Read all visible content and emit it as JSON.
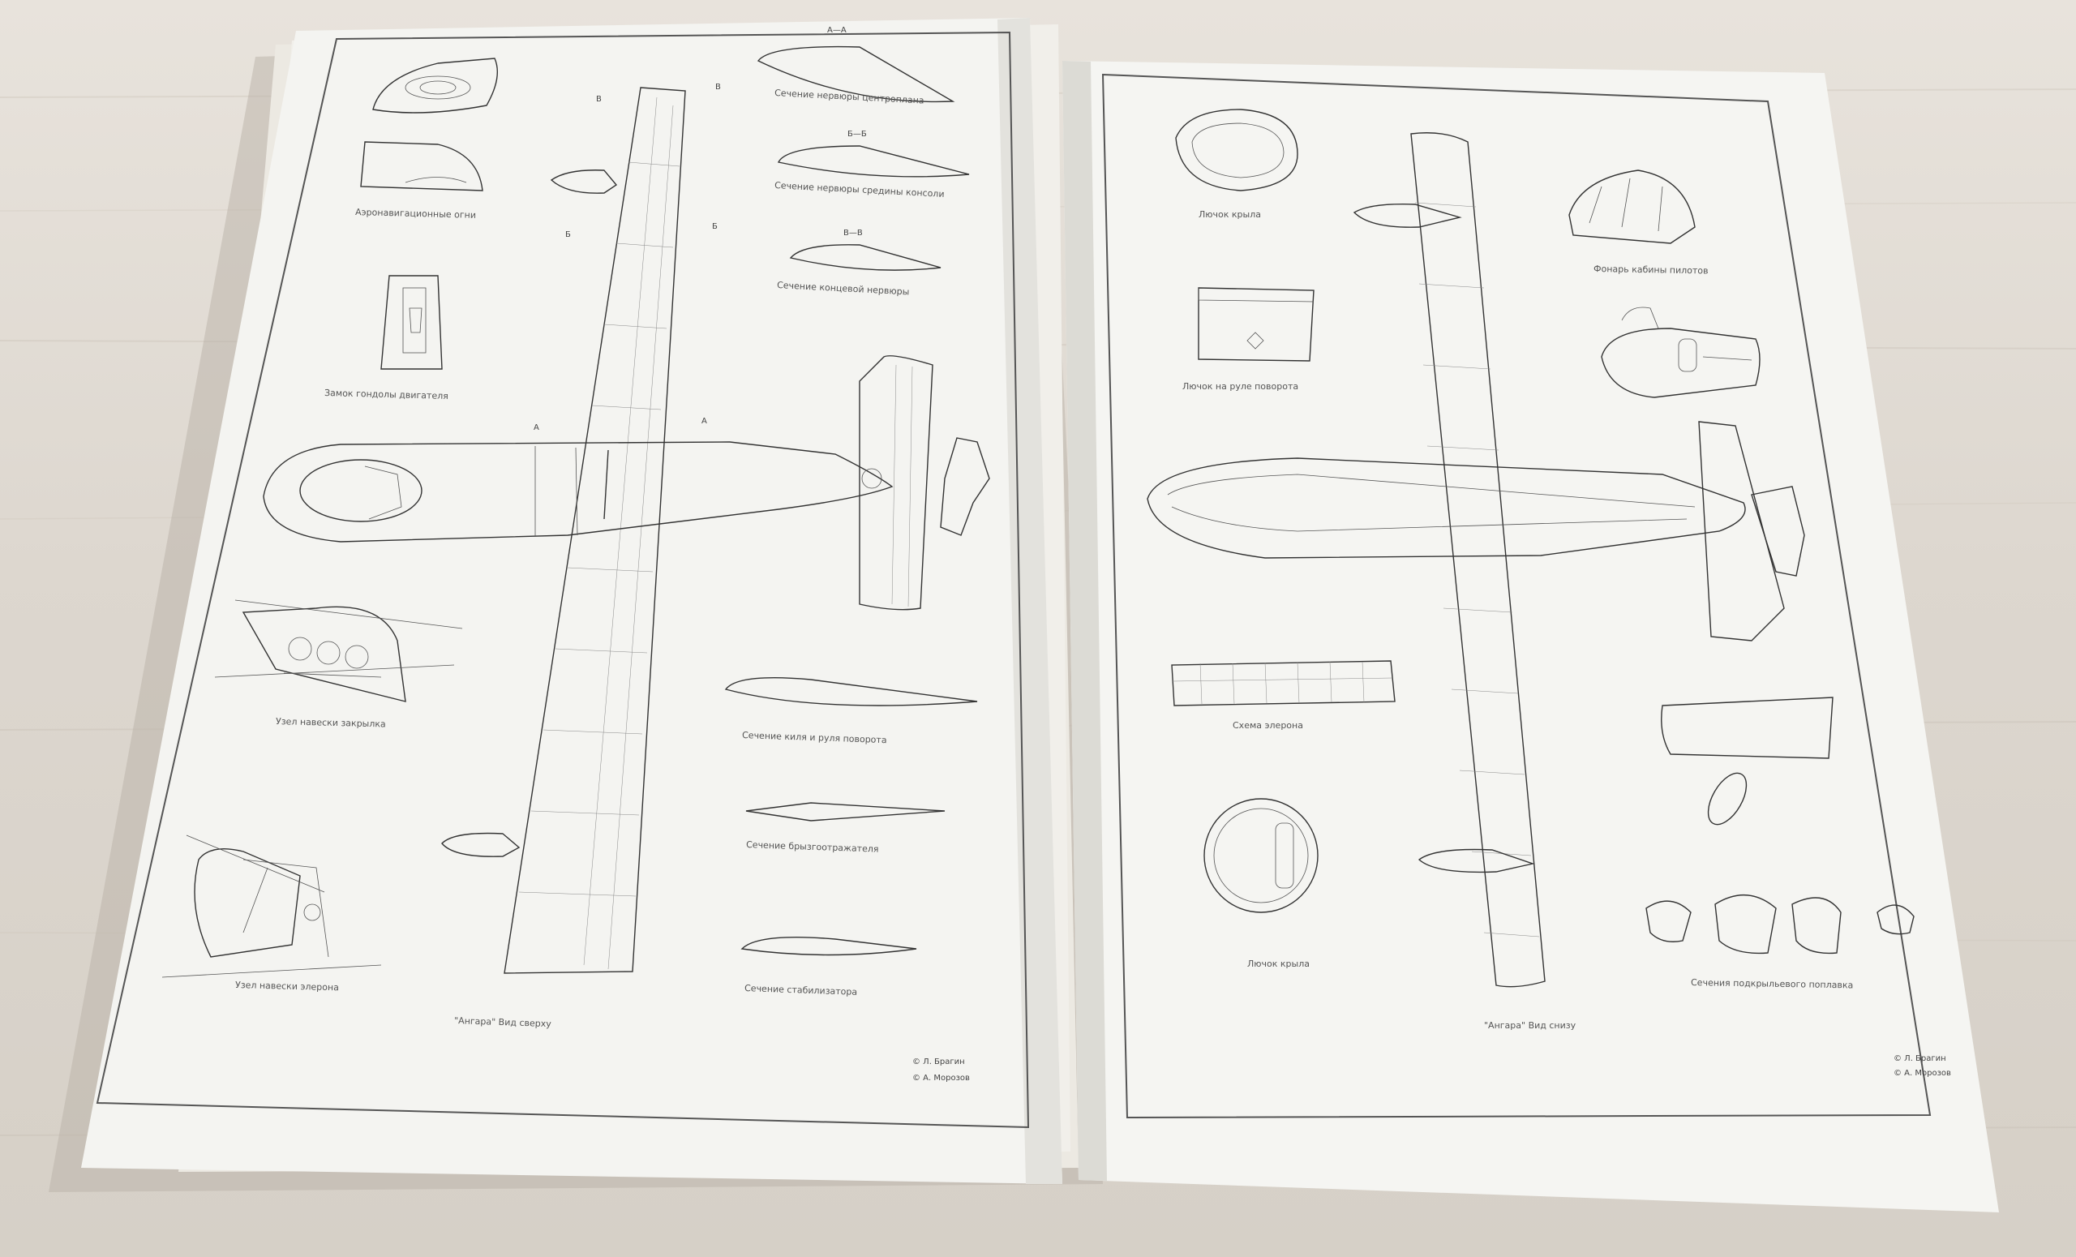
{
  "left_page": {
    "section_label_aa": "А—А",
    "section_label_bb": "Б—Б",
    "section_label_vv": "В—В",
    "mark_a": "А",
    "mark_b": "Б",
    "mark_v": "В",
    "labels": {
      "nav_lights": "Аэронавигационные огни",
      "nacelle_lock": "Замок гондолы двигателя",
      "flap_hinge": "Узел навески закрылка",
      "aileron_hinge": "Узел навески элерона",
      "center_rib": "Сечение нервюры центроплана",
      "mid_rib": "Сечение нервюры средины консоли",
      "tip_rib": "Сечение концевой нервюры",
      "fin_section": "Сечение киля и руля поворота",
      "spray_section": "Сечение брызгоотражателя",
      "stab_section": "Сечение стабилизатора",
      "view_title": "\"Ангара\" Вид сверху"
    },
    "credits": [
      "© Л. Брагин",
      "© А. Морозов"
    ]
  },
  "right_page": {
    "labels": {
      "wing_hatch_top": "Лючок крыла",
      "rudder_hatch": "Лючок на руле поворота",
      "aileron_scheme": "Схема элерона",
      "wing_hatch_bottom": "Лючок крыла",
      "cockpit_canopy": "Фонарь кабины пилотов",
      "float_sections": "Сечения подкрыльевого поплавка",
      "view_title": "\"Ангара\" Вид снизу"
    },
    "credits": [
      "© Л. Брагин",
      "© А. Морозов"
    ]
  },
  "colors": {
    "paper": "#f4f4f1",
    "ink": "#333333",
    "table": "#ddd7cf"
  }
}
